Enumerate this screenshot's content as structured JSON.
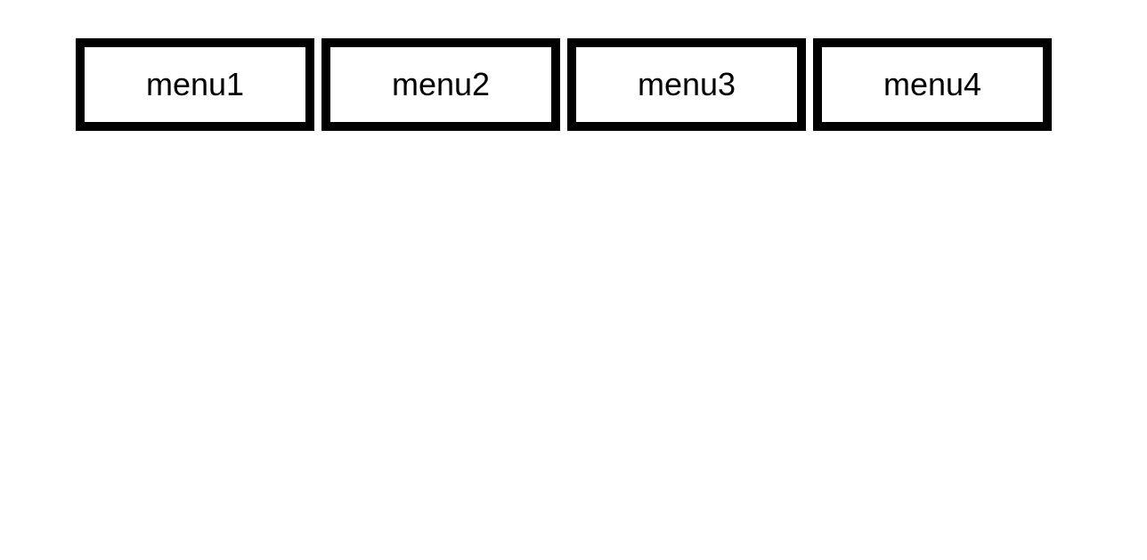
{
  "colors": {
    "background": "#ffffff",
    "border": "#000000",
    "text": "#000000"
  },
  "menu": {
    "items": [
      {
        "label": "menu1"
      },
      {
        "label": "menu2"
      },
      {
        "label": "menu3"
      },
      {
        "label": "menu4"
      }
    ]
  }
}
